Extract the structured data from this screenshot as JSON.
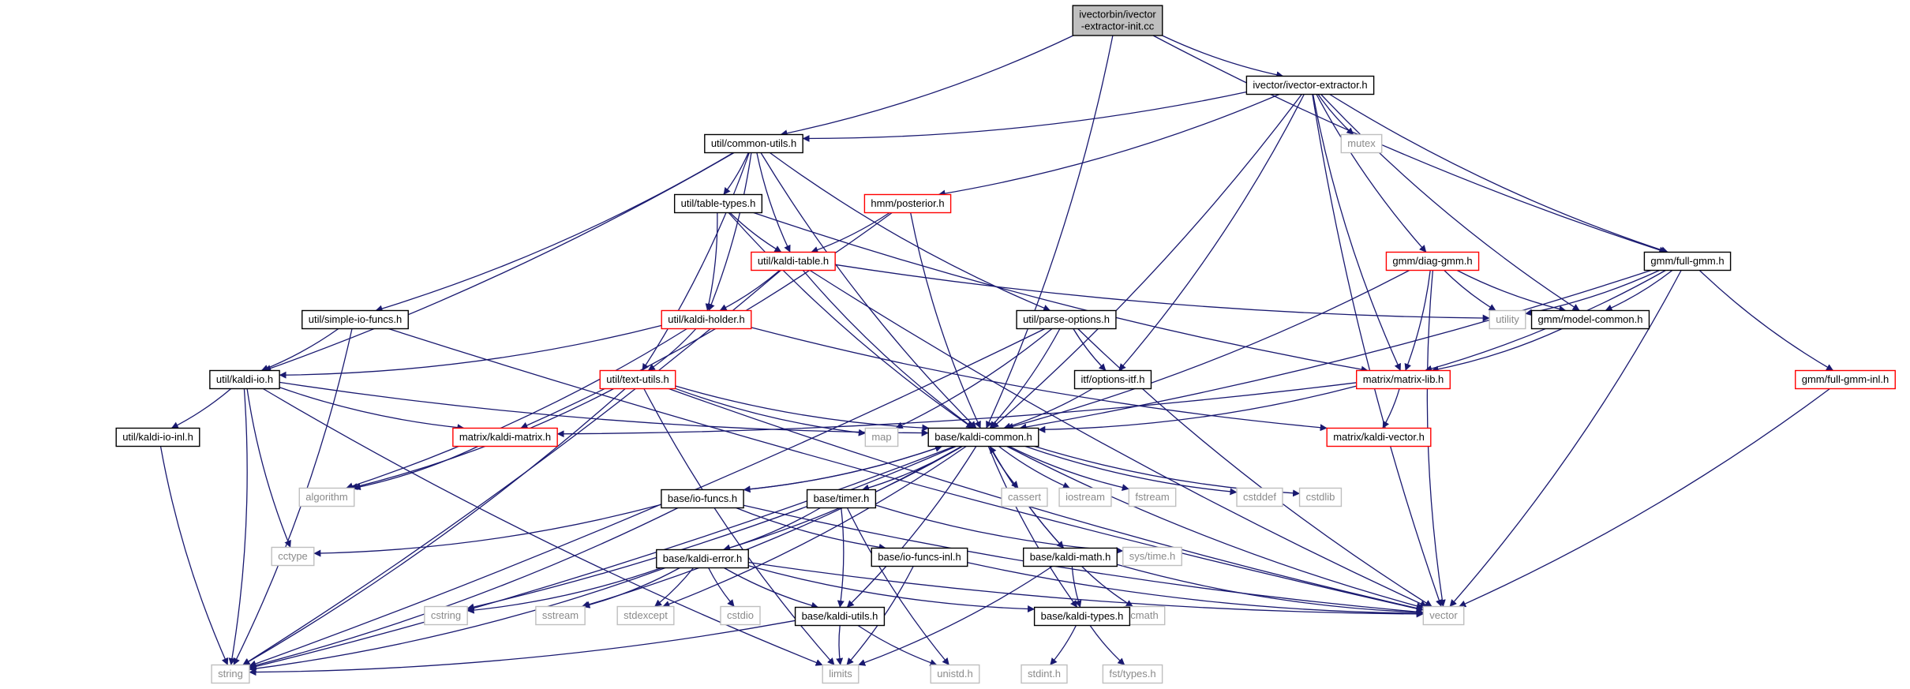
{
  "colors": {
    "edge": "#191970",
    "black": "#000000",
    "red": "#ff0000",
    "external": "#bfbfbf",
    "root_fill": "#bfbfbf"
  },
  "nodes": [
    {
      "id": "root",
      "lines": [
        "ivectorbin/ivector",
        "-extractor-init.cc"
      ],
      "style": "root"
    },
    {
      "id": "ivext",
      "lines": [
        "ivector/ivector-extractor.h"
      ],
      "style": "black"
    },
    {
      "id": "common_utils",
      "lines": [
        "util/common-utils.h"
      ],
      "style": "black"
    },
    {
      "id": "mutex",
      "lines": [
        "mutex"
      ],
      "style": "ext"
    },
    {
      "id": "hmm_post",
      "lines": [
        "hmm/posterior.h"
      ],
      "style": "red"
    },
    {
      "id": "table_types",
      "lines": [
        "util/table-types.h"
      ],
      "style": "black"
    },
    {
      "id": "kaldi_table",
      "lines": [
        "util/kaldi-table.h"
      ],
      "style": "red"
    },
    {
      "id": "diag_gmm",
      "lines": [
        "gmm/diag-gmm.h"
      ],
      "style": "red"
    },
    {
      "id": "full_gmm",
      "lines": [
        "gmm/full-gmm.h"
      ],
      "style": "black"
    },
    {
      "id": "simple_io",
      "lines": [
        "util/simple-io-funcs.h"
      ],
      "style": "black"
    },
    {
      "id": "kaldi_holder",
      "lines": [
        "util/kaldi-holder.h"
      ],
      "style": "red"
    },
    {
      "id": "parse_opts",
      "lines": [
        "util/parse-options.h"
      ],
      "style": "black"
    },
    {
      "id": "utility",
      "lines": [
        "utility"
      ],
      "style": "ext"
    },
    {
      "id": "model_common",
      "lines": [
        "gmm/model-common.h"
      ],
      "style": "black"
    },
    {
      "id": "kaldi_io",
      "lines": [
        "util/kaldi-io.h"
      ],
      "style": "black"
    },
    {
      "id": "text_utils",
      "lines": [
        "util/text-utils.h"
      ],
      "style": "red"
    },
    {
      "id": "itf_opts",
      "lines": [
        "itf/options-itf.h"
      ],
      "style": "black"
    },
    {
      "id": "matrix_lib",
      "lines": [
        "matrix/matrix-lib.h"
      ],
      "style": "red"
    },
    {
      "id": "full_gmm_inl",
      "lines": [
        "gmm/full-gmm-inl.h"
      ],
      "style": "red"
    },
    {
      "id": "kaldi_io_inl",
      "lines": [
        "util/kaldi-io-inl.h"
      ],
      "style": "black"
    },
    {
      "id": "kaldi_matrix",
      "lines": [
        "matrix/kaldi-matrix.h"
      ],
      "style": "red"
    },
    {
      "id": "map",
      "lines": [
        "map"
      ],
      "style": "ext"
    },
    {
      "id": "kaldi_common",
      "lines": [
        "base/kaldi-common.h"
      ],
      "style": "black"
    },
    {
      "id": "kaldi_vector",
      "lines": [
        "matrix/kaldi-vector.h"
      ],
      "style": "red"
    },
    {
      "id": "algorithm",
      "lines": [
        "algorithm"
      ],
      "style": "ext"
    },
    {
      "id": "io_funcs",
      "lines": [
        "base/io-funcs.h"
      ],
      "style": "black"
    },
    {
      "id": "timer",
      "lines": [
        "base/timer.h"
      ],
      "style": "black"
    },
    {
      "id": "cassert",
      "lines": [
        "cassert"
      ],
      "style": "ext"
    },
    {
      "id": "iostream",
      "lines": [
        "iostream"
      ],
      "style": "ext"
    },
    {
      "id": "fstream",
      "lines": [
        "fstream"
      ],
      "style": "ext"
    },
    {
      "id": "cstddef",
      "lines": [
        "cstddef"
      ],
      "style": "ext"
    },
    {
      "id": "cstdlib",
      "lines": [
        "cstdlib"
      ],
      "style": "ext"
    },
    {
      "id": "sys_time",
      "lines": [
        "sys/time.h"
      ],
      "style": "ext"
    },
    {
      "id": "cctype",
      "lines": [
        "cctype"
      ],
      "style": "ext"
    },
    {
      "id": "kaldi_error",
      "lines": [
        "base/kaldi-error.h"
      ],
      "style": "black"
    },
    {
      "id": "io_funcs_inl",
      "lines": [
        "base/io-funcs-inl.h"
      ],
      "style": "black"
    },
    {
      "id": "kaldi_math",
      "lines": [
        "base/kaldi-math.h"
      ],
      "style": "black"
    },
    {
      "id": "cstring",
      "lines": [
        "cstring"
      ],
      "style": "ext"
    },
    {
      "id": "sstream",
      "lines": [
        "sstream"
      ],
      "style": "ext"
    },
    {
      "id": "stdexcept",
      "lines": [
        "stdexcept"
      ],
      "style": "ext"
    },
    {
      "id": "cstdio",
      "lines": [
        "cstdio"
      ],
      "style": "ext"
    },
    {
      "id": "kaldi_utils",
      "lines": [
        "base/kaldi-utils.h"
      ],
      "style": "black"
    },
    {
      "id": "cmath",
      "lines": [
        "cmath"
      ],
      "style": "ext"
    },
    {
      "id": "vector",
      "lines": [
        "vector"
      ],
      "style": "ext"
    },
    {
      "id": "kaldi_types",
      "lines": [
        "base/kaldi-types.h"
      ],
      "style": "black"
    },
    {
      "id": "string",
      "lines": [
        "string"
      ],
      "style": "ext"
    },
    {
      "id": "limits",
      "lines": [
        "limits"
      ],
      "style": "ext"
    },
    {
      "id": "unistd",
      "lines": [
        "unistd.h"
      ],
      "style": "ext"
    },
    {
      "id": "stdint",
      "lines": [
        "stdint.h"
      ],
      "style": "ext"
    },
    {
      "id": "fst_types",
      "lines": [
        "fst/types.h"
      ],
      "style": "ext"
    }
  ],
  "edges": [
    [
      "root",
      "ivext"
    ],
    [
      "root",
      "common_utils"
    ],
    [
      "root",
      "full_gmm"
    ],
    [
      "root",
      "kaldi_common"
    ],
    [
      "ivext",
      "common_utils"
    ],
    [
      "ivext",
      "mutex"
    ],
    [
      "ivext",
      "hmm_post"
    ],
    [
      "ivext",
      "diag_gmm"
    ],
    [
      "ivext",
      "full_gmm"
    ],
    [
      "ivext",
      "model_common"
    ],
    [
      "ivext",
      "itf_opts"
    ],
    [
      "ivext",
      "matrix_lib"
    ],
    [
      "ivext",
      "kaldi_common"
    ],
    [
      "ivext",
      "vector"
    ],
    [
      "common_utils",
      "table_types"
    ],
    [
      "common_utils",
      "kaldi_table"
    ],
    [
      "common_utils",
      "simple_io"
    ],
    [
      "common_utils",
      "kaldi_holder"
    ],
    [
      "common_utils",
      "parse_opts"
    ],
    [
      "common_utils",
      "kaldi_io"
    ],
    [
      "common_utils",
      "text_utils"
    ],
    [
      "common_utils",
      "kaldi_common"
    ],
    [
      "hmm_post",
      "kaldi_table"
    ],
    [
      "hmm_post",
      "kaldi_matrix"
    ],
    [
      "hmm_post",
      "kaldi_common"
    ],
    [
      "table_types",
      "kaldi_table"
    ],
    [
      "table_types",
      "kaldi_holder"
    ],
    [
      "table_types",
      "matrix_lib"
    ],
    [
      "table_types",
      "kaldi_common"
    ],
    [
      "kaldi_table",
      "kaldi_holder"
    ],
    [
      "kaldi_table",
      "utility"
    ],
    [
      "kaldi_table",
      "string"
    ],
    [
      "kaldi_table",
      "vector"
    ],
    [
      "kaldi_table",
      "kaldi_common"
    ],
    [
      "diag_gmm",
      "utility"
    ],
    [
      "diag_gmm",
      "model_common"
    ],
    [
      "diag_gmm",
      "matrix_lib"
    ],
    [
      "diag_gmm",
      "vector"
    ],
    [
      "diag_gmm",
      "kaldi_common"
    ],
    [
      "full_gmm",
      "utility"
    ],
    [
      "full_gmm",
      "model_common"
    ],
    [
      "full_gmm",
      "matrix_lib"
    ],
    [
      "full_gmm",
      "full_gmm_inl"
    ],
    [
      "full_gmm",
      "vector"
    ],
    [
      "full_gmm",
      "kaldi_common"
    ],
    [
      "simple_io",
      "kaldi_io"
    ],
    [
      "simple_io",
      "string"
    ],
    [
      "simple_io",
      "vector"
    ],
    [
      "kaldi_holder",
      "kaldi_io"
    ],
    [
      "kaldi_holder",
      "text_utils"
    ],
    [
      "kaldi_holder",
      "algorithm"
    ],
    [
      "kaldi_holder",
      "kaldi_vector"
    ],
    [
      "parse_opts",
      "itf_opts"
    ],
    [
      "parse_opts",
      "map"
    ],
    [
      "parse_opts",
      "string"
    ],
    [
      "parse_opts",
      "vector"
    ],
    [
      "parse_opts",
      "kaldi_common"
    ],
    [
      "model_common",
      "matrix_lib"
    ],
    [
      "kaldi_io",
      "kaldi_io_inl"
    ],
    [
      "kaldi_io",
      "kaldi_matrix"
    ],
    [
      "kaldi_io",
      "cctype"
    ],
    [
      "kaldi_io",
      "limits"
    ],
    [
      "kaldi_io",
      "string"
    ],
    [
      "kaldi_io",
      "kaldi_common"
    ],
    [
      "text_utils",
      "algorithm"
    ],
    [
      "text_utils",
      "map"
    ],
    [
      "text_utils",
      "limits"
    ],
    [
      "text_utils",
      "string"
    ],
    [
      "text_utils",
      "vector"
    ],
    [
      "text_utils",
      "kaldi_common"
    ],
    [
      "itf_opts",
      "kaldi_common"
    ],
    [
      "matrix_lib",
      "kaldi_matrix"
    ],
    [
      "matrix_lib",
      "kaldi_vector"
    ],
    [
      "matrix_lib",
      "kaldi_common"
    ],
    [
      "full_gmm_inl",
      "vector"
    ],
    [
      "kaldi_io_inl",
      "string"
    ],
    [
      "kaldi_matrix",
      "algorithm"
    ],
    [
      "kaldi_common",
      "io_funcs"
    ],
    [
      "kaldi_common",
      "timer"
    ],
    [
      "kaldi_common",
      "cassert"
    ],
    [
      "kaldi_common",
      "iostream"
    ],
    [
      "kaldi_common",
      "fstream"
    ],
    [
      "kaldi_common",
      "cstddef"
    ],
    [
      "kaldi_common",
      "cstdlib"
    ],
    [
      "kaldi_common",
      "kaldi_error"
    ],
    [
      "kaldi_common",
      "kaldi_math"
    ],
    [
      "kaldi_common",
      "kaldi_utils"
    ],
    [
      "kaldi_common",
      "kaldi_types"
    ],
    [
      "kaldi_common",
      "cstring"
    ],
    [
      "kaldi_common",
      "sstream"
    ],
    [
      "kaldi_common",
      "stdexcept"
    ],
    [
      "kaldi_common",
      "vector"
    ],
    [
      "kaldi_common",
      "string"
    ],
    [
      "io_funcs",
      "io_funcs_inl"
    ],
    [
      "io_funcs",
      "kaldi_common"
    ],
    [
      "io_funcs",
      "cctype"
    ],
    [
      "io_funcs",
      "string"
    ],
    [
      "io_funcs",
      "vector"
    ],
    [
      "timer",
      "kaldi_error"
    ],
    [
      "timer",
      "kaldi_utils"
    ],
    [
      "timer",
      "sys_time"
    ],
    [
      "timer",
      "unistd"
    ],
    [
      "kaldi_error",
      "cstring"
    ],
    [
      "kaldi_error",
      "sstream"
    ],
    [
      "kaldi_error",
      "stdexcept"
    ],
    [
      "kaldi_error",
      "cstdio"
    ],
    [
      "kaldi_error",
      "kaldi_utils"
    ],
    [
      "kaldi_error",
      "kaldi_types"
    ],
    [
      "kaldi_error",
      "string"
    ],
    [
      "kaldi_error",
      "vector"
    ],
    [
      "io_funcs_inl",
      "limits"
    ],
    [
      "io_funcs_inl",
      "vector"
    ],
    [
      "kaldi_math",
      "kaldi_common"
    ],
    [
      "kaldi_math",
      "kaldi_types"
    ],
    [
      "kaldi_math",
      "cmath"
    ],
    [
      "kaldi_math",
      "limits"
    ],
    [
      "kaldi_math",
      "vector"
    ],
    [
      "kaldi_utils",
      "limits"
    ],
    [
      "kaldi_utils",
      "string"
    ],
    [
      "kaldi_utils",
      "unistd"
    ],
    [
      "kaldi_types",
      "stdint"
    ],
    [
      "kaldi_types",
      "fst_types"
    ]
  ]
}
